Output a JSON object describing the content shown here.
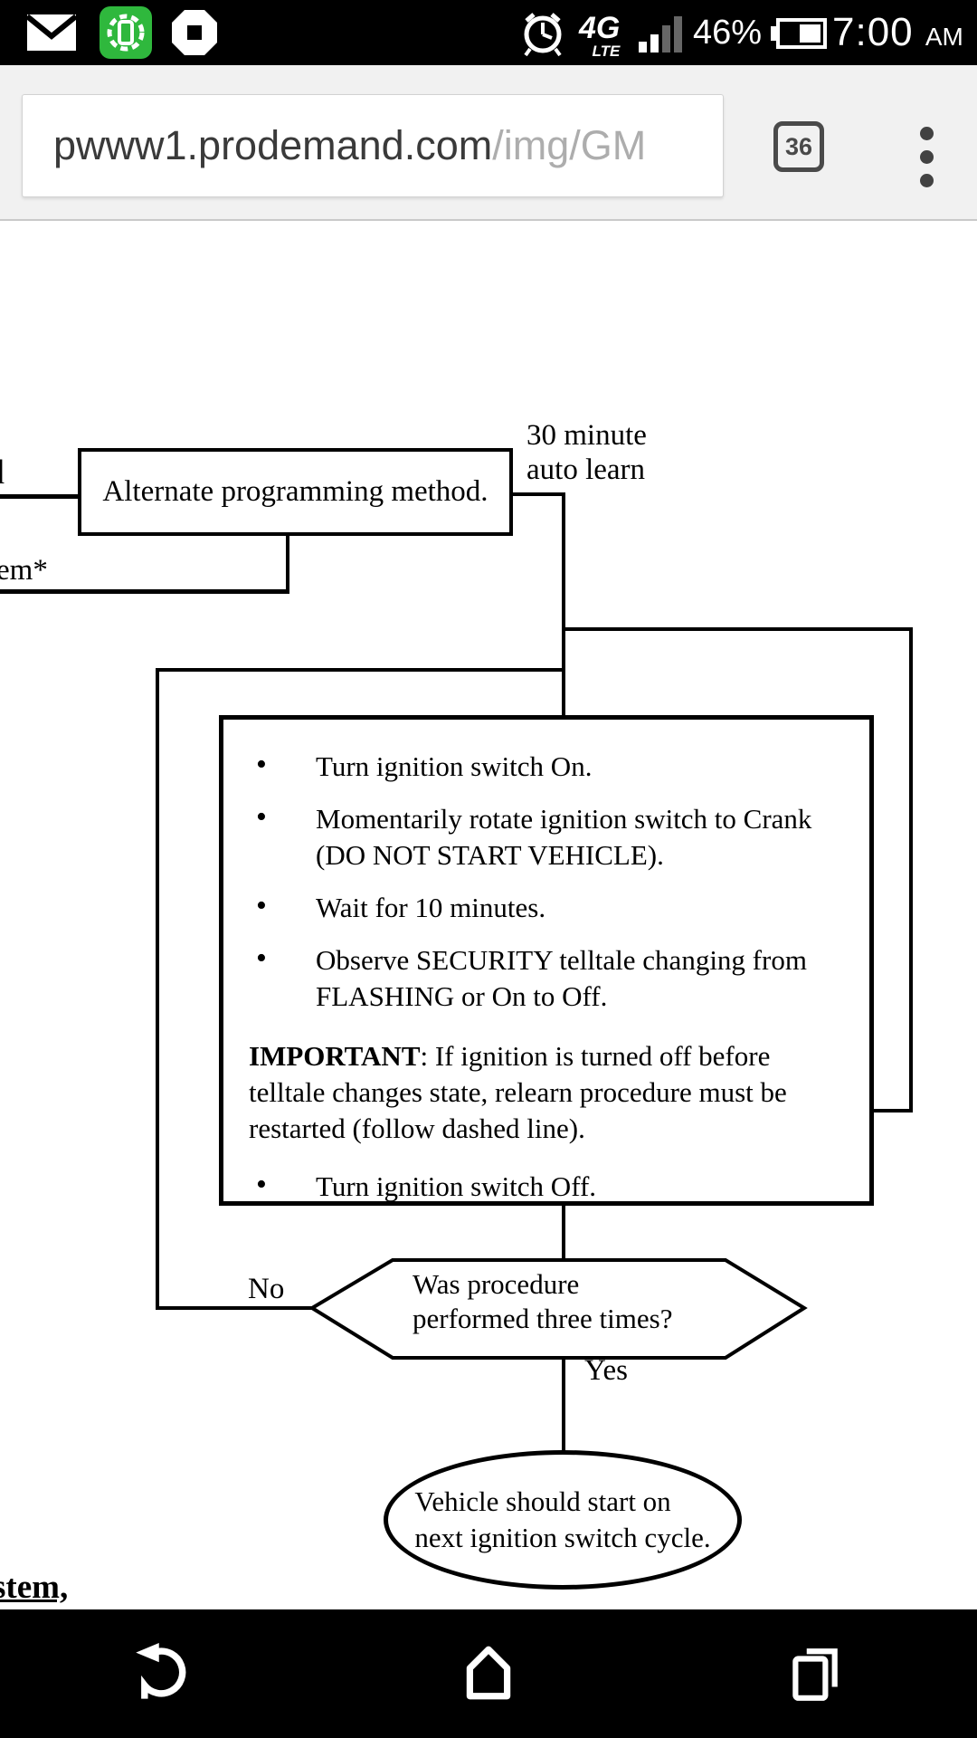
{
  "status_bar": {
    "time": "7:00",
    "time_suffix": "AM",
    "battery_pct": "46%",
    "network": "4G",
    "network_sub": "LTE",
    "icons": [
      "email-icon",
      "phone-app-icon",
      "chase-app-icon",
      "alarm-icon",
      "signal-icon",
      "battery-icon"
    ]
  },
  "browser": {
    "url_host": "pwww1.prodemand.com",
    "url_path": "/img/GM",
    "tab_count": "36",
    "icons": [
      "tab-counter-button",
      "overflow-menu-icon"
    ]
  },
  "flowchart": {
    "left_fragment": "d",
    "bottom_left_stub": "em*",
    "alt_box_label": "Alternate programming method.",
    "note_30min": {
      "line1": "30 minute",
      "line2": "auto learn"
    },
    "instruction_box": {
      "bullet_glyph": "•",
      "bullets": [
        {
          "lines": [
            "Turn ignition switch On."
          ]
        },
        {
          "lines": [
            "Momentarily rotate ignition switch to Crank",
            "(DO NOT START VEHICLE)."
          ]
        },
        {
          "lines": [
            "Wait for 10 minutes."
          ]
        },
        {
          "lines": [
            "Observe SECURITY telltale changing from",
            "FLASHING or On to Off."
          ]
        }
      ],
      "important": {
        "bold": "IMPORTANT",
        "line1_rest": ": If ignition is turned off before",
        "line2": "telltale changes state, relearn procedure must be",
        "line3": "restarted (follow dashed line)."
      },
      "final_bullet": "Turn ignition switch Off."
    },
    "decision": {
      "line1": "Was procedure",
      "line2": "performed three times?"
    },
    "no_label": "No",
    "yes_label": "Yes",
    "terminal": {
      "line1": "Vehicle should start on",
      "line2": "next ignition switch cycle."
    },
    "bottom_fragment": "stem,"
  },
  "nav_bar": {
    "icons": [
      "back-icon",
      "home-icon",
      "recents-icon"
    ]
  },
  "colors": {
    "status_bg": "#000000",
    "toolbar_bg": "#f1f1f1",
    "url_host_color": "#3a3a3a",
    "url_path_color": "#adadad",
    "chart_ink": "#000000",
    "app_icon_green": "#2fb83d"
  }
}
